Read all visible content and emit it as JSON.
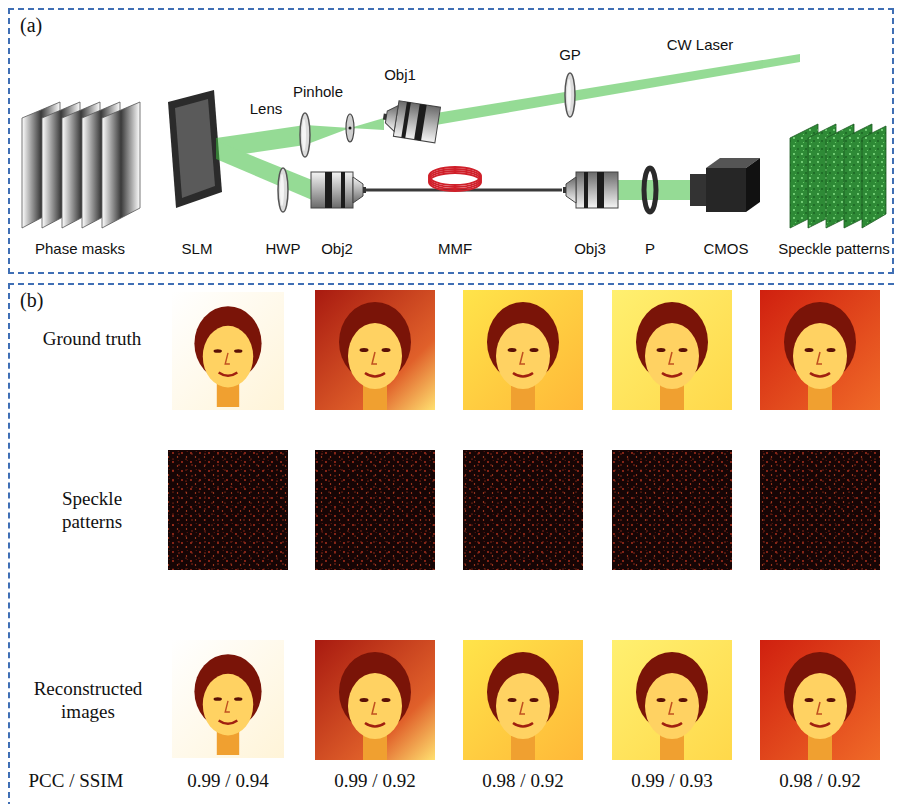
{
  "diagram": {
    "nodes": [
      {
        "text": [
          "(a)"
        ]
      },
      {
        "text": [
          "(b)"
        ]
      }
    ],
    "labels": [
      "GP",
      "CW Laser",
      "Lens",
      "Pinhole",
      "Obj1",
      "Phase masks",
      "SLM",
      "HWP",
      "Obj2",
      "MMF",
      "Obj3",
      "P",
      "CMOS",
      "Speckle patterns",
      "Ground truth",
      "Speckle patterns",
      "Reconstructed images",
      "PCC / SSIM",
      "0.99 / 0.94",
      "0.99 / 0.92",
      "0.98 / 0.92",
      "0.99 / 0.93",
      "0.98 / 0.92"
    ]
  }
}
